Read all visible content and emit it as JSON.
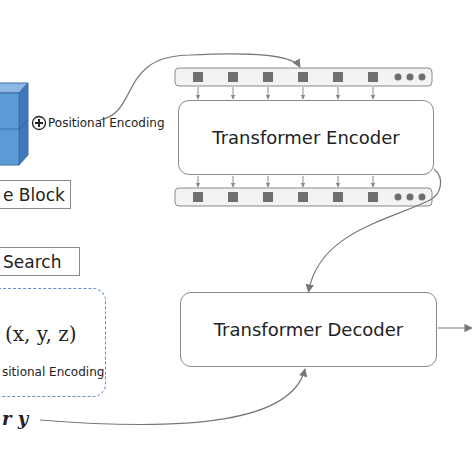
{
  "diagram": {
    "nodes": [
      {
        "text": [
          "Transformer Encoder"
        ]
      },
      {
        "text": [
          "e Block"
        ]
      },
      {
        "text": [
          "Search"
        ]
      },
      {
        "text": [
          "(x, y, z)",
          "sitional Encoding"
        ]
      },
      {
        "text": [
          "Transformer Decoder"
        ]
      }
    ],
    "edges": [
      {
        "from": 0,
        "to": 4,
        "arrow": "to"
      }
    ],
    "labels": [
      "Positional Encoding",
      "r y"
    ]
  }
}
